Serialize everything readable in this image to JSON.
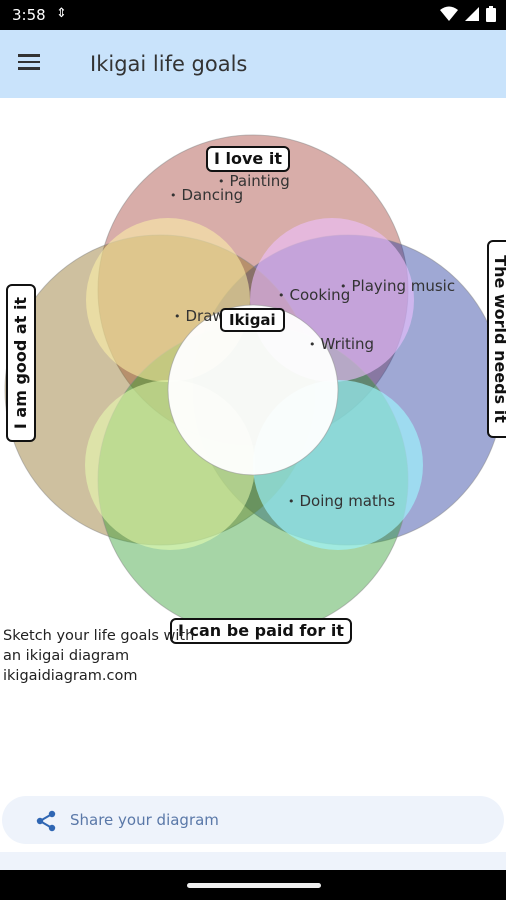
{
  "status_bar": {
    "time": "3:58"
  },
  "app_bar": {
    "title": "Ikigai life goals"
  },
  "venn": {
    "circles": [
      {
        "name": "love",
        "label": "I love it",
        "color": "#a33c32"
      },
      {
        "name": "world",
        "label": "The world needs it",
        "color": "#1a2f99"
      },
      {
        "name": "good",
        "label": "I am good at it",
        "color": "#8a6a1a"
      },
      {
        "name": "paid",
        "label": "I can be paid for it",
        "color": "#2a9a2a"
      }
    ],
    "center_label": "Ikigai",
    "goals": {
      "painting": "Painting",
      "dancing": "Dancing",
      "cooking": "Cooking",
      "playing_music": "Playing music",
      "drawing": "Drawing",
      "writing": "Writing",
      "doing_maths": "Doing maths"
    }
  },
  "caption": {
    "line1": "Sketch your life goals with",
    "line2": "an ikigai diagram",
    "line3": "ikigaidiagram.com"
  },
  "share": {
    "label": "Share your diagram"
  }
}
